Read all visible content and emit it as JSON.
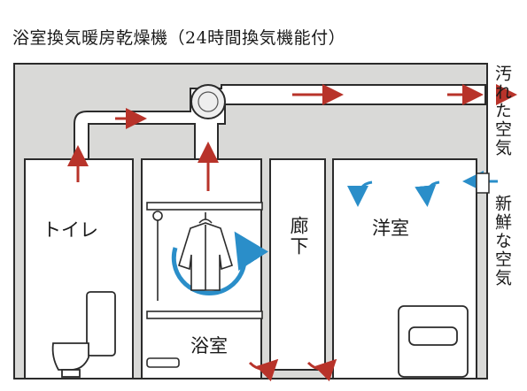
{
  "title": "浴室換気暖房乾燥機（24時間換気機能付）",
  "rooms": {
    "toilet": "トイレ",
    "bathroom": "浴室",
    "corridor": "廊下",
    "western_room": "洋室"
  },
  "exhaust_label": "汚れた空気",
  "intake_label": "新鮮な空気",
  "colors": {
    "exhaust_arrow": "#b8332a",
    "fresh_arrow": "#2a8ec9",
    "wall_fill": "#d9d9d7",
    "outline": "#2b2b2b"
  }
}
